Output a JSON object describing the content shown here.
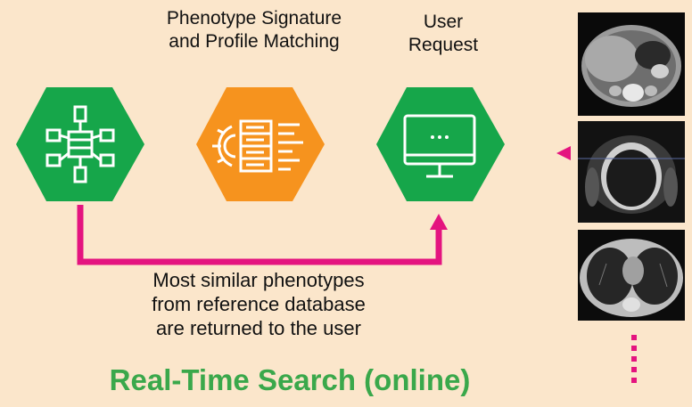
{
  "labels": {
    "phenotype_matching": "Phenotype Signature\nand Profile Matching",
    "user_request": "User\nRequest",
    "returned": "Most similar phenotypes\nfrom reference database\nare returned to the user"
  },
  "title": "Real-Time Search (online)",
  "colors": {
    "background": "#fbe6cb",
    "green": "#16a64a",
    "orange": "#f6931e",
    "magenta": "#e4147f",
    "title_green": "#3aa84b"
  },
  "icons": [
    "database-network-icon",
    "gear-server-icon",
    "monitor-icon"
  ],
  "scans": [
    "ct-abdomen-image",
    "mri-pelvis-image",
    "ct-chest-image"
  ]
}
